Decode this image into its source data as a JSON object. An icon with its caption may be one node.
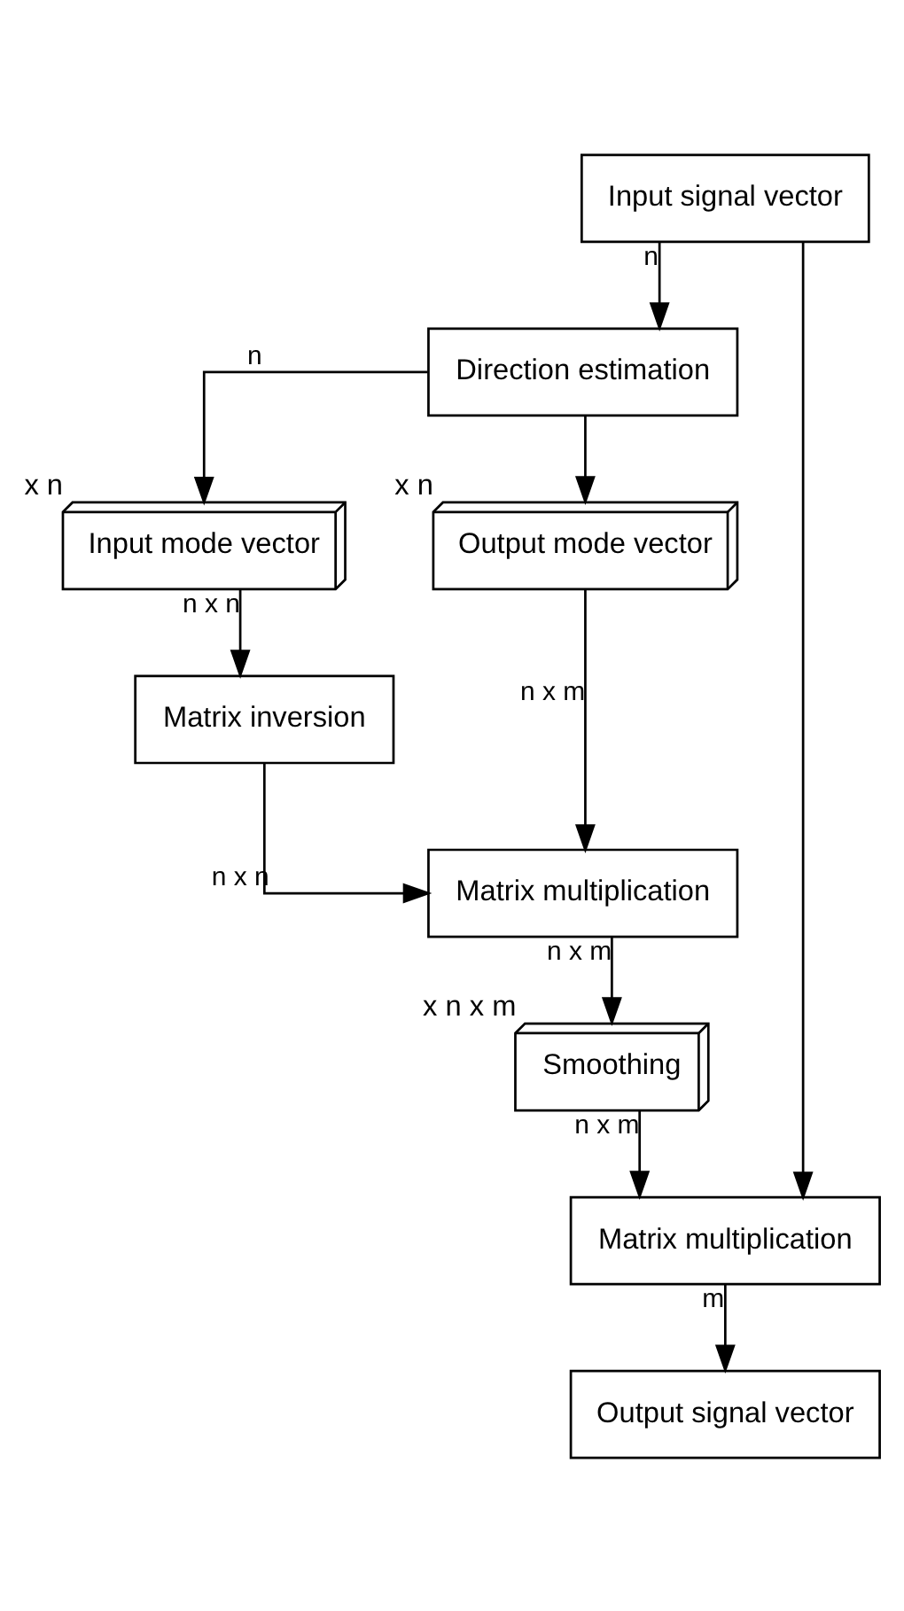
{
  "diagram": {
    "nodes": [
      {
        "text": [
          "Input signal vector"
        ]
      },
      {
        "text": [
          "Direction estimation"
        ]
      },
      {
        "text": [
          "Input mode vector"
        ],
        "beside": [
          "x n"
        ]
      },
      {
        "text": [
          "Output mode vector"
        ],
        "beside": [
          "x n"
        ]
      },
      {
        "text": [
          "Matrix inversion"
        ]
      },
      {
        "text": [
          "Matrix multiplication"
        ]
      },
      {
        "text": [
          "Smoothing"
        ],
        "beside": [
          "x n x m"
        ]
      },
      {
        "text": [
          "Matrix multiplication"
        ]
      },
      {
        "text": [
          "Output signal vector"
        ]
      }
    ],
    "edges": [
      {
        "from": 0,
        "to": 1,
        "arrow": "to",
        "label": "n"
      },
      {
        "from": 0,
        "to": 7,
        "arrow": "to"
      },
      {
        "from": 1,
        "to": 2,
        "arrow": "to",
        "label": "n"
      },
      {
        "from": 1,
        "to": 3,
        "arrow": "to"
      },
      {
        "from": 2,
        "to": 4,
        "arrow": "to",
        "label": "n x n"
      },
      {
        "from": 3,
        "to": 5,
        "arrow": "to",
        "label": "n x m"
      },
      {
        "from": 4,
        "to": 5,
        "arrow": "to",
        "label": "n x n"
      },
      {
        "from": 5,
        "to": 6,
        "arrow": "to",
        "label": "n x m"
      },
      {
        "from": 6,
        "to": 7,
        "arrow": "to",
        "label": "n x m"
      },
      {
        "from": 7,
        "to": 8,
        "arrow": "to",
        "label": "m"
      }
    ]
  }
}
